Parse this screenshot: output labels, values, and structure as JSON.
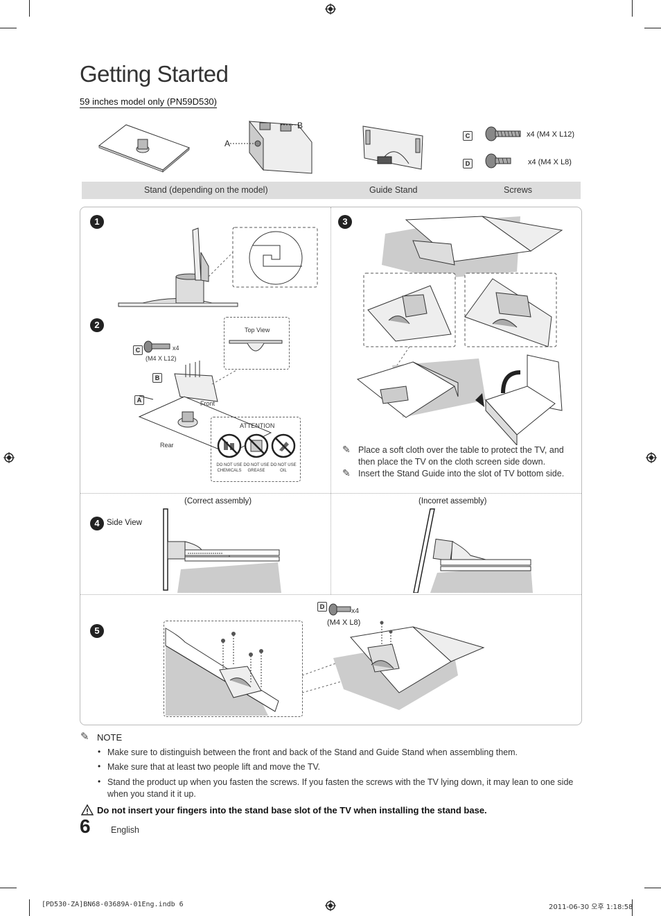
{
  "page": {
    "title": "Getting Started",
    "subtitle": "59 inches model only (PN59D530)",
    "page_number": "6",
    "language": "English"
  },
  "parts": {
    "label_a": "A",
    "label_b": "B",
    "label_c": "C",
    "label_d": "D",
    "screw_c_spec": "x4 (M4 X L12)",
    "screw_d_spec": "x4 (M4 X L8)",
    "col_stand": "Stand (depending on the model)",
    "col_guide": "Guide Stand",
    "col_screws": "Screws"
  },
  "steps": {
    "s1": "1",
    "s2": "2",
    "s3": "3",
    "s4": "4",
    "s5": "5",
    "top_view": "Top View",
    "step2_c": "C",
    "step2_x4": "x4",
    "step2_spec": "(M4 X L12)",
    "step2_b": "B",
    "step2_a": "A",
    "front": "Front",
    "rear": "Rear",
    "attention": "ATTENTION",
    "warn1": "DO NOT USE CHEMICALS",
    "warn2": "DO NOT USE GREASE",
    "warn3": "DO NOT USE OIL",
    "note3a": "Place a soft cloth over the table to protect the TV, and then place the TV on the cloth screen side down.",
    "note3b": "Insert the Stand Guide into the slot of TV bottom side.",
    "correct": "(Correct assembly)",
    "incorrect": "(Incorret assembly)",
    "side_view": "Side View",
    "step5_d": "D",
    "step5_x4": "x4",
    "step5_spec": "(M4 X L8)"
  },
  "notes": {
    "heading": "NOTE",
    "items": [
      "Make sure to distinguish between the front and back of the Stand and Guide Stand when assembling them.",
      "Make sure that at least two people lift and move the TV.",
      "Stand the product up when you fasten the screws. If you fasten the screws with the TV lying down, it may lean to one side when you stand it it up."
    ],
    "warning": "Do not insert your fingers into the stand base slot of the TV when installing the stand base."
  },
  "footer": {
    "file": "[PD530-ZA]BN68-03689A-01Eng.indb   6",
    "date": "2011-06-30   오후 1:18:58"
  }
}
